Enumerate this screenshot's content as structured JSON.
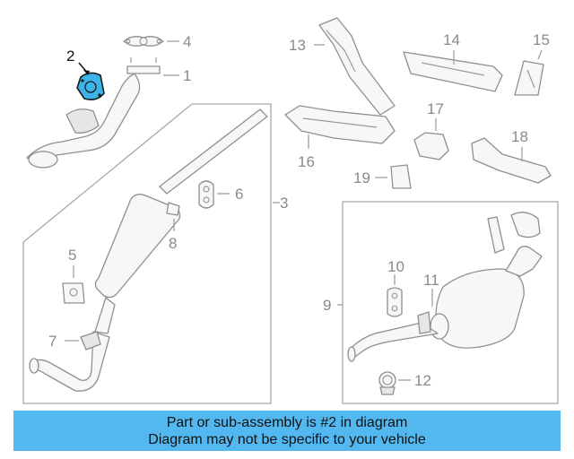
{
  "callouts": {
    "c1": "1",
    "c2": "2",
    "c3": "3",
    "c4": "4",
    "c5": "5",
    "c6": "6",
    "c7": "7",
    "c8": "8",
    "c9": "9",
    "c10": "10",
    "c11": "11",
    "c12": "12",
    "c13": "13",
    "c14": "14",
    "c15": "15",
    "c16": "16",
    "c17": "17",
    "c18": "18",
    "c19": "19"
  },
  "highlight": {
    "part": "2",
    "color": "#3cb4ea"
  },
  "banner": {
    "line1": "Part or sub-assembly is #2 in diagram",
    "line2": "Diagram may not be specific to your vehicle",
    "bg_color": "#52b8ef"
  }
}
